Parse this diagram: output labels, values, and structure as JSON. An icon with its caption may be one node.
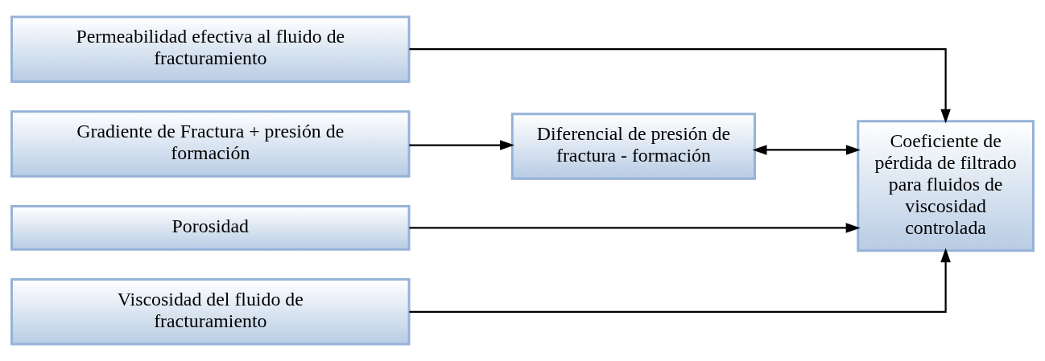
{
  "diagram": {
    "nodes": [
      {
        "text": [
          "Permeabilidad efectiva al fluido de fracturamiento"
        ]
      },
      {
        "text": [
          "Gradiente de Fractura + presión de formación"
        ]
      },
      {
        "text": [
          "Diferencial de presión de fractura - formación"
        ]
      },
      {
        "text": [
          "Coeficiente de pérdida de filtrado para fluidos de viscosidad controlada"
        ]
      },
      {
        "text": [
          "Porosidad"
        ]
      },
      {
        "text": [
          "Viscosidad del fluido de fracturamiento"
        ]
      }
    ],
    "edges": [
      {
        "from": 0,
        "to": 3,
        "arrow": "to"
      },
      {
        "from": 1,
        "to": 2,
        "arrow": "to"
      },
      {
        "from": 2,
        "to": 3,
        "arrow": "both"
      },
      {
        "from": 4,
        "to": 3,
        "arrow": "to"
      },
      {
        "from": 5,
        "to": 3,
        "arrow": "to"
      }
    ]
  }
}
